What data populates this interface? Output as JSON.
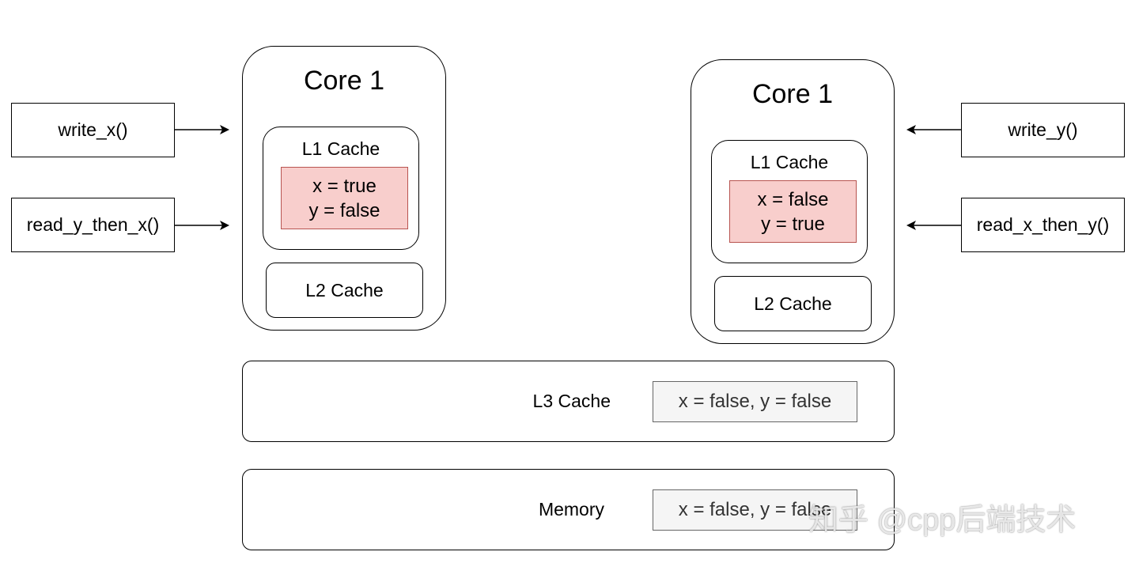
{
  "functions": {
    "write_x": "write_x()",
    "read_y_then_x": "read_y_then_x()",
    "write_y": "write_y()",
    "read_x_then_y": "read_x_then_y()"
  },
  "core_left": {
    "title": "Core 1",
    "l1_label": "L1 Cache",
    "l1_line1": "x = true",
    "l1_line2": "y = false",
    "l2_label": "L2 Cache"
  },
  "core_right": {
    "title": "Core 1",
    "l1_label": "L1 Cache",
    "l1_line1": "x = false",
    "l1_line2": "y = true",
    "l2_label": "L2 Cache"
  },
  "l3": {
    "label": "L3 Cache",
    "value": "x = false, y = false"
  },
  "memory": {
    "label": "Memory",
    "value": "x = false, y = false"
  },
  "watermark": "知乎 @cpp后端技术",
  "colors": {
    "stroke": "#000000",
    "local_state_fill": "#f8cecc",
    "local_state_stroke": "#b85450",
    "shared_state_fill": "#f5f5f5",
    "shared_state_stroke": "#666666"
  }
}
